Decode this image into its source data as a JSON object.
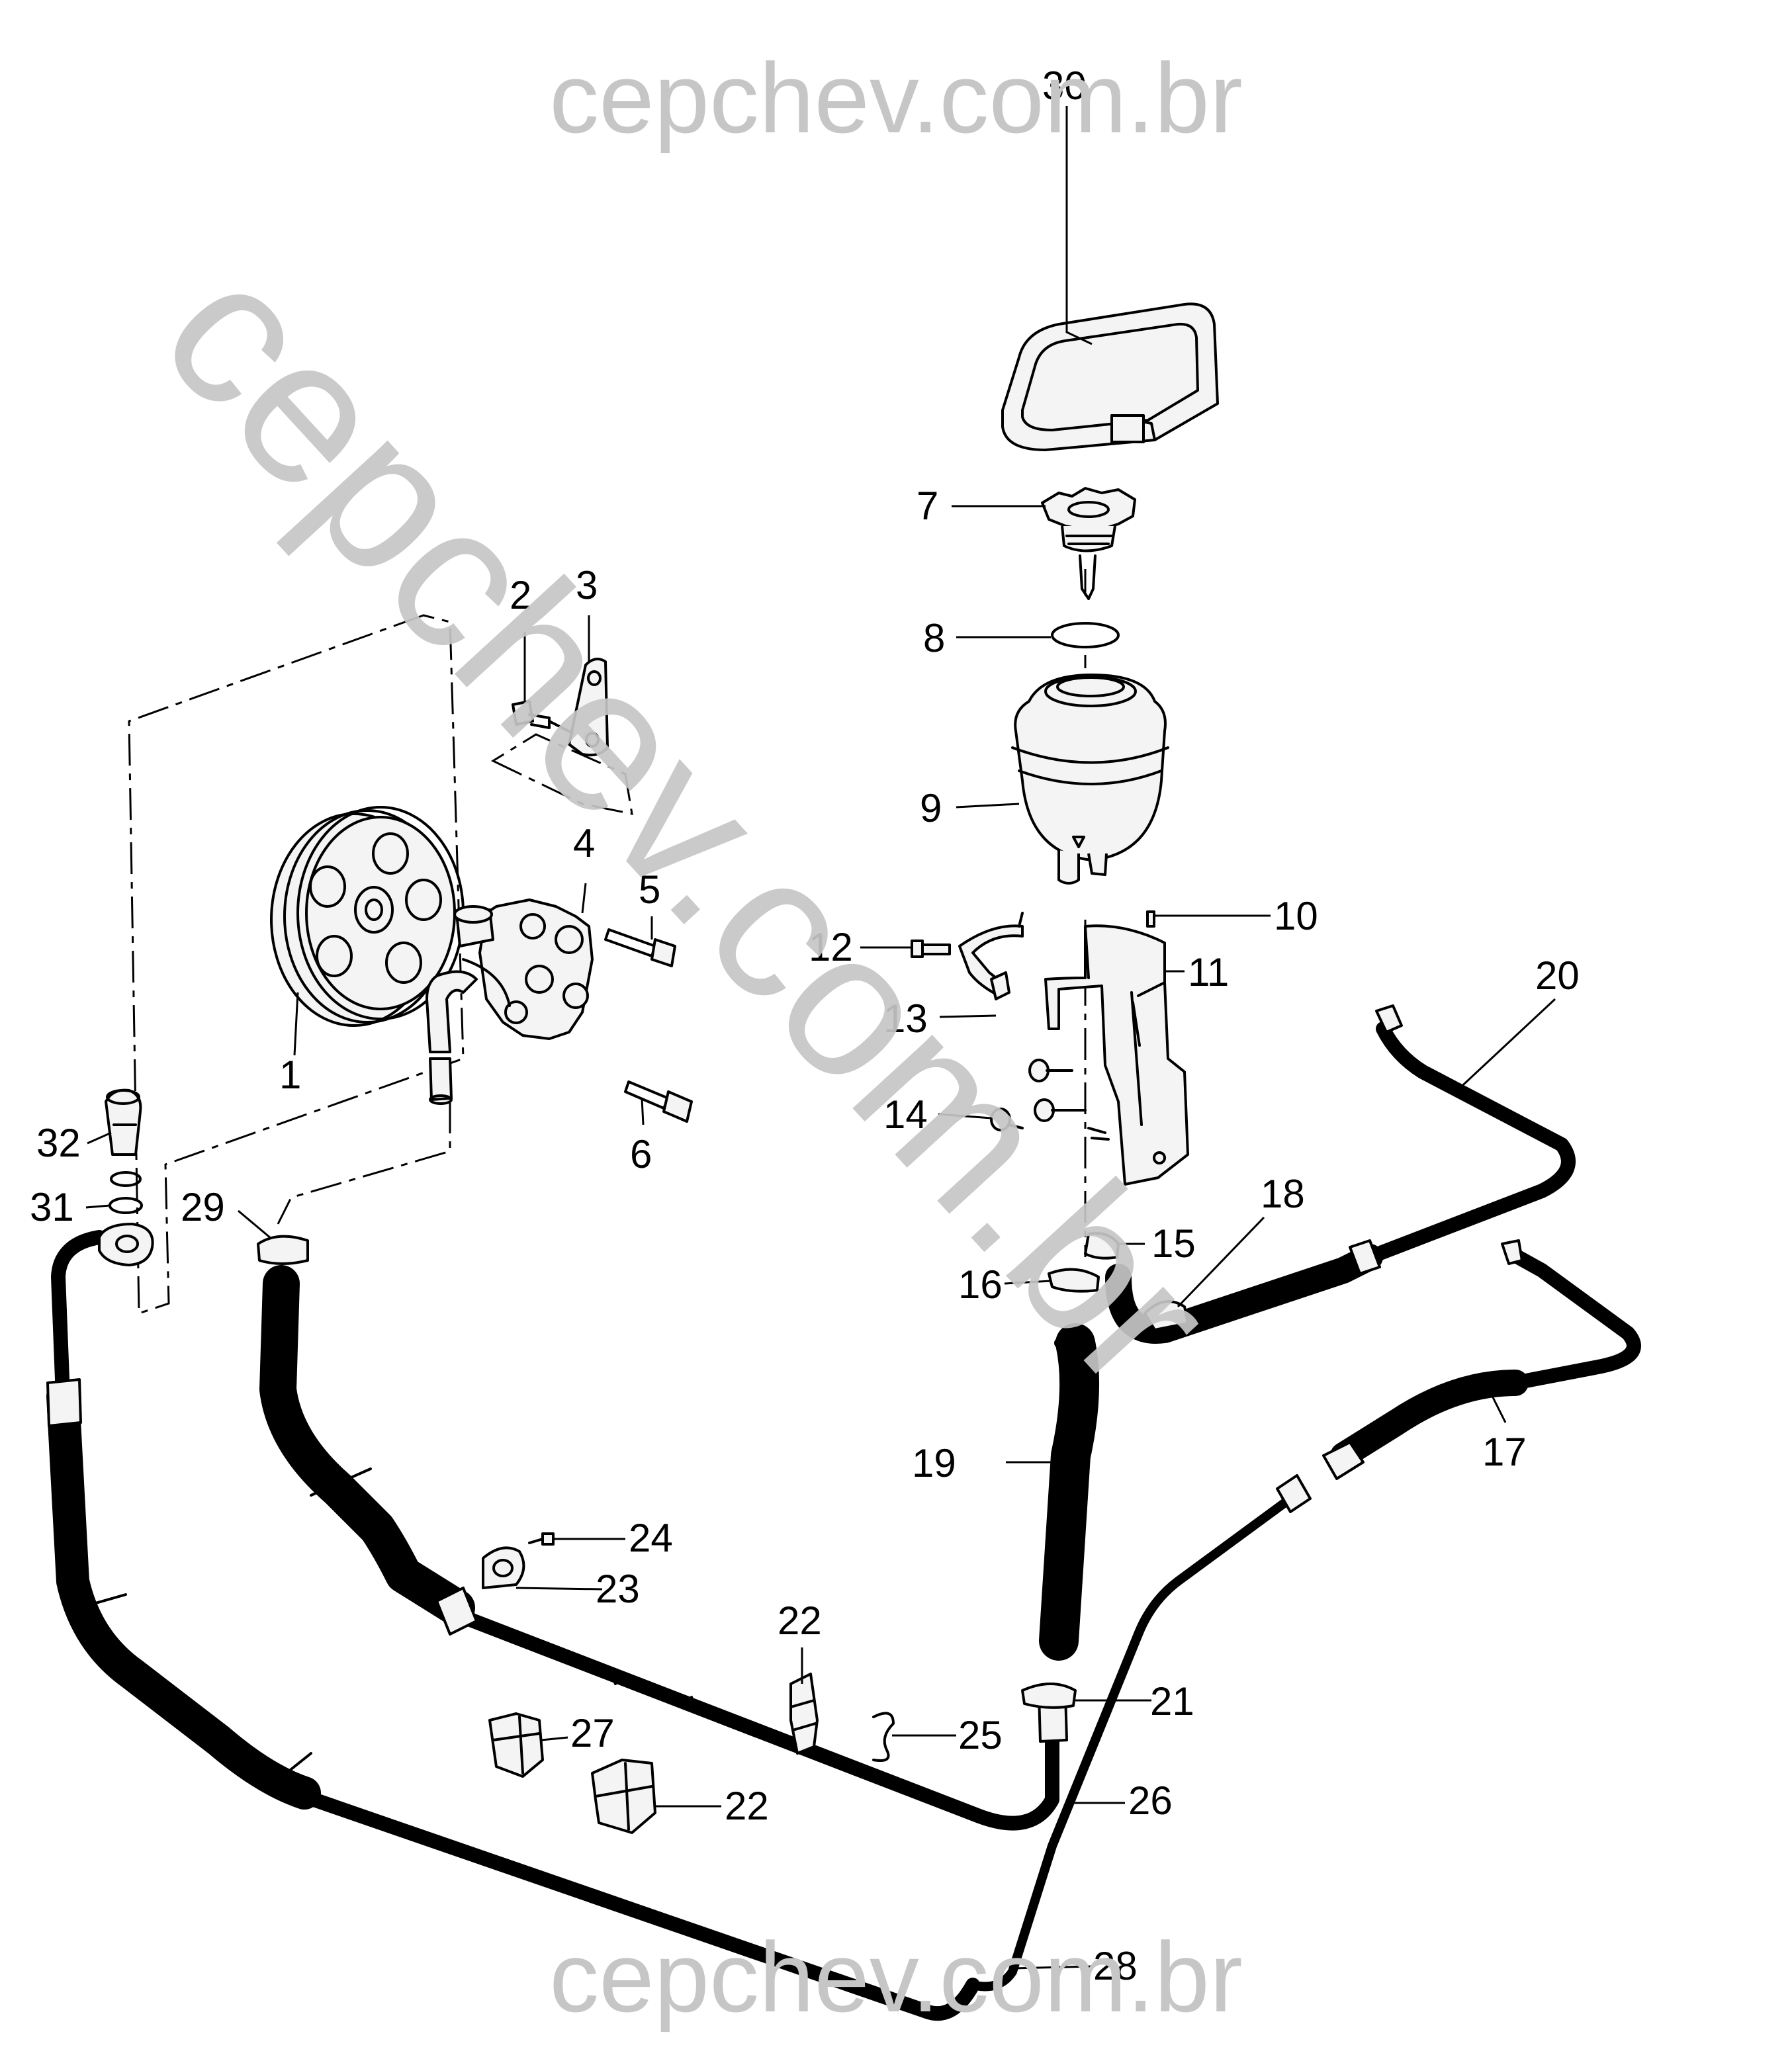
{
  "watermark": {
    "top": "cepchev.com.br",
    "bottom": "cepchev.com.br",
    "diagonal": "cepchev.com.br",
    "color": "#c6c6c6"
  },
  "line_color": "#000000",
  "callouts": {
    "c1": "1",
    "c2": "2",
    "c3": "3",
    "c4": "4",
    "c5": "5",
    "c6": "6",
    "c7": "7",
    "c8": "8",
    "c9": "9",
    "c10": "10",
    "c11": "11",
    "c12": "12",
    "c13": "13",
    "c14": "14",
    "c15": "15",
    "c16": "16",
    "c17": "17",
    "c18": "18",
    "c19": "19",
    "c20": "20",
    "c21": "21",
    "c22a": "22",
    "c22b": "22",
    "c23": "23",
    "c24": "24",
    "c25": "25",
    "c26": "26",
    "c27": "27",
    "c28": "28",
    "c29": "29",
    "c30": "30",
    "c31": "31",
    "c32": "32"
  }
}
